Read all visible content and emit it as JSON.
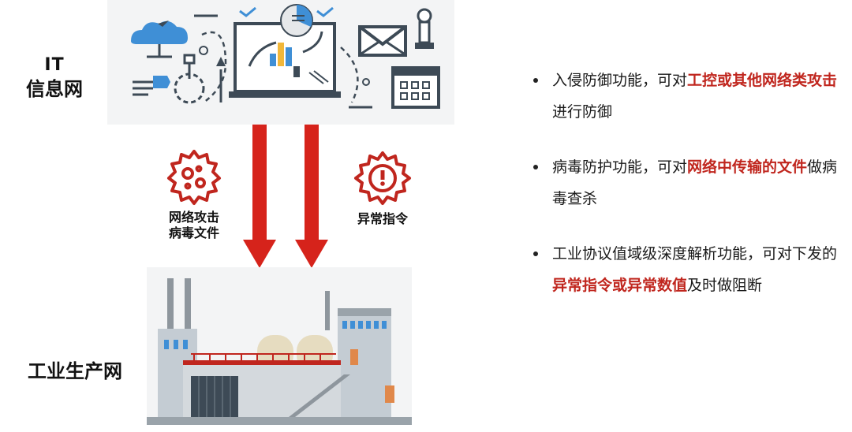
{
  "labels": {
    "it_line1": "IT",
    "it_line2": "信息网",
    "industrial": "工业生产网"
  },
  "threats": {
    "left_line1": "网络攻击",
    "left_line2": "病毒文件",
    "right": "异常指令"
  },
  "bullets": [
    {
      "pre": "入侵防御功能，可对",
      "hl": "工控或其他网络类攻击",
      "post": "进行防御"
    },
    {
      "pre": "病毒防护功能，可对",
      "hl": "网络中传输的文件",
      "post": "做病毒查杀"
    },
    {
      "pre": "工业协议值域级深度解析功能，可对下发的",
      "hl": "异常指令或异常数值",
      "post": "及时做阻断"
    }
  ],
  "colors": {
    "accent": "#c0261e",
    "arrow": "#d6231b",
    "steel": "#3d4a56",
    "sky": "#3f8fd6"
  }
}
